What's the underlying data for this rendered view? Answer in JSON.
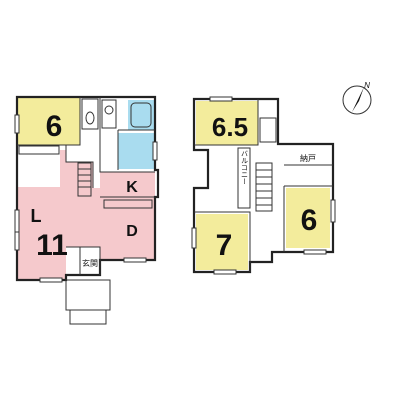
{
  "colors": {
    "bedroom": "#f3ec9c",
    "living": "#f5c9cc",
    "wet": "#a9dcef",
    "wall": "#222222",
    "background": "#ffffff"
  },
  "north_label": "N",
  "floor1": {
    "bedroom": "6",
    "living_l": "L",
    "living_size": "11",
    "kitchen": "K",
    "dining": "D",
    "entrance": "玄関"
  },
  "floor2": {
    "bedroom_a": "6.5",
    "bedroom_b": "7",
    "bedroom_c": "6",
    "balcony": "バルコニー",
    "storage": "納戸"
  }
}
